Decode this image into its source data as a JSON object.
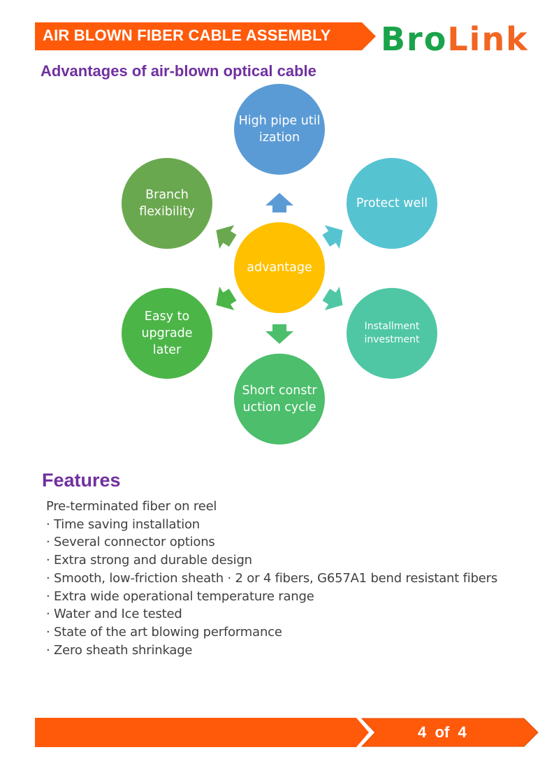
{
  "header": {
    "title": "AIR BLOWN FIBER CABLE ASSEMBLY",
    "logo": {
      "part1": "Bro",
      "part2": "Link"
    }
  },
  "subtitle": "Advantages of air-blown optical cable",
  "diagram": {
    "center": "advantage",
    "nodes": [
      {
        "key": "top",
        "label": "High pipe utilization"
      },
      {
        "key": "upper_right",
        "label": "Protect well"
      },
      {
        "key": "lower_right",
        "label": "Installment investment"
      },
      {
        "key": "bottom",
        "label": "Short construction cycle"
      },
      {
        "key": "lower_left",
        "label": "Easy to upgrade later"
      },
      {
        "key": "upper_left",
        "label": "Branch flexibility"
      }
    ],
    "colors": {
      "center": "#ffc000",
      "top": "#5b9bd5",
      "upper_right": "#56c3d1",
      "lower_right": "#4fc7a5",
      "bottom": "#4cbe6c",
      "lower_left": "#4cb548",
      "upper_left": "#6aa84f"
    }
  },
  "features": {
    "title": "Features",
    "items": [
      "Pre-terminated fiber on reel",
      "· Time saving installation",
      "· Several connector options",
      "· Extra strong and durable design",
      "· Smooth, low-friction sheath · 2 or 4 fibers, G657A1 bend resistant fibers",
      "· Extra wide operational temperature range",
      "· Water and Ice tested",
      "· State of the art blowing performance",
      "· Zero sheath shrinkage"
    ]
  },
  "footer": {
    "page": "4  of  4",
    "color": "#ff5a0a"
  }
}
